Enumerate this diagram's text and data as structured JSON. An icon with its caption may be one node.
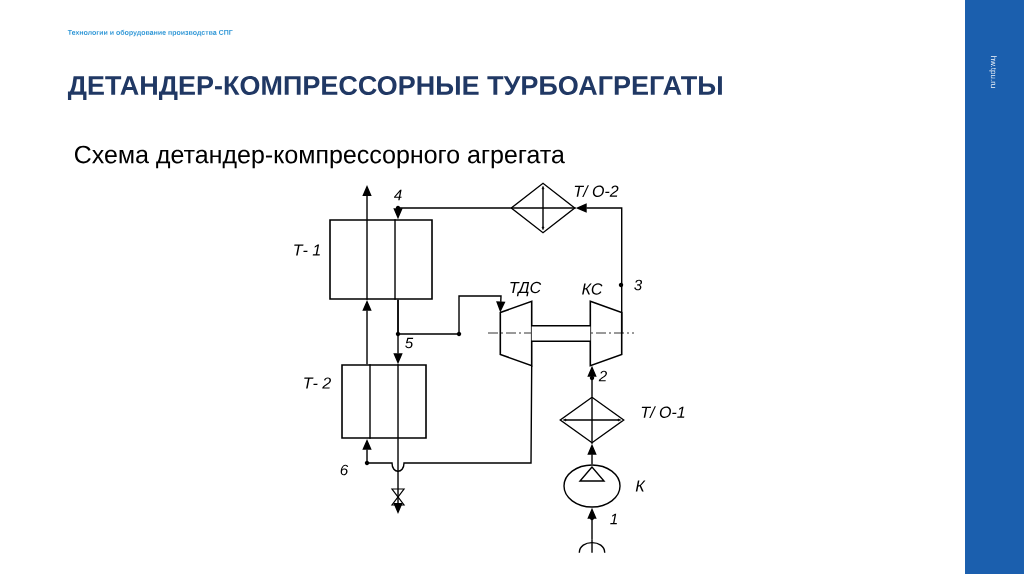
{
  "diagram": {
    "title": "ДЕТАНДЕР-КОМПРЕССОРНЫЕ ТУРБОАГРЕГАТЫ",
    "nodes": [
      {
        "text": [
          "Т- 1"
        ]
      },
      {
        "text": [
          "Т/ О-2"
        ]
      },
      {
        "text": [
          "ТДС"
        ]
      },
      {
        "text": [
          "КС"
        ]
      },
      {
        "text": [
          "Т- 2"
        ]
      },
      {
        "text": [
          "Т/ О-1"
        ]
      },
      {
        "text": [
          "К"
        ]
      },
      {
        "text": [],
        "shape": "semicircle"
      }
    ],
    "edges": [
      {
        "from": 7,
        "to": 6,
        "arrow": "to"
      },
      {
        "from": 6,
        "to": 5,
        "arrow": "to"
      },
      {
        "from": 5,
        "to": 3,
        "arrow": "to"
      },
      {
        "from": 3,
        "to": 1,
        "arrow": "to"
      },
      {
        "from": 1,
        "to": 0,
        "arrow": "to"
      },
      {
        "from": 0,
        "to": 4,
        "arrow": "to"
      },
      {
        "from": 0,
        "to": 2,
        "arrow": "to"
      },
      {
        "from": 4,
        "to": null,
        "arrow": "to"
      },
      {
        "from": 2,
        "to": 4,
        "arrow": "to"
      },
      {
        "from": 4,
        "to": 0,
        "arrow": "to"
      },
      {
        "from": 0,
        "to": null,
        "arrow": "to"
      },
      {
        "from": 2,
        "to": 3,
        "arrow": "none",
        "style": "thick"
      }
    ],
    "labels": [
      "Технологии и оборудование производства СПГ",
      "hw.tpu.ru",
      "Схема детандер-компрессорного агрегата",
      "4",
      "3",
      "5",
      "2",
      "6",
      "1"
    ]
  }
}
